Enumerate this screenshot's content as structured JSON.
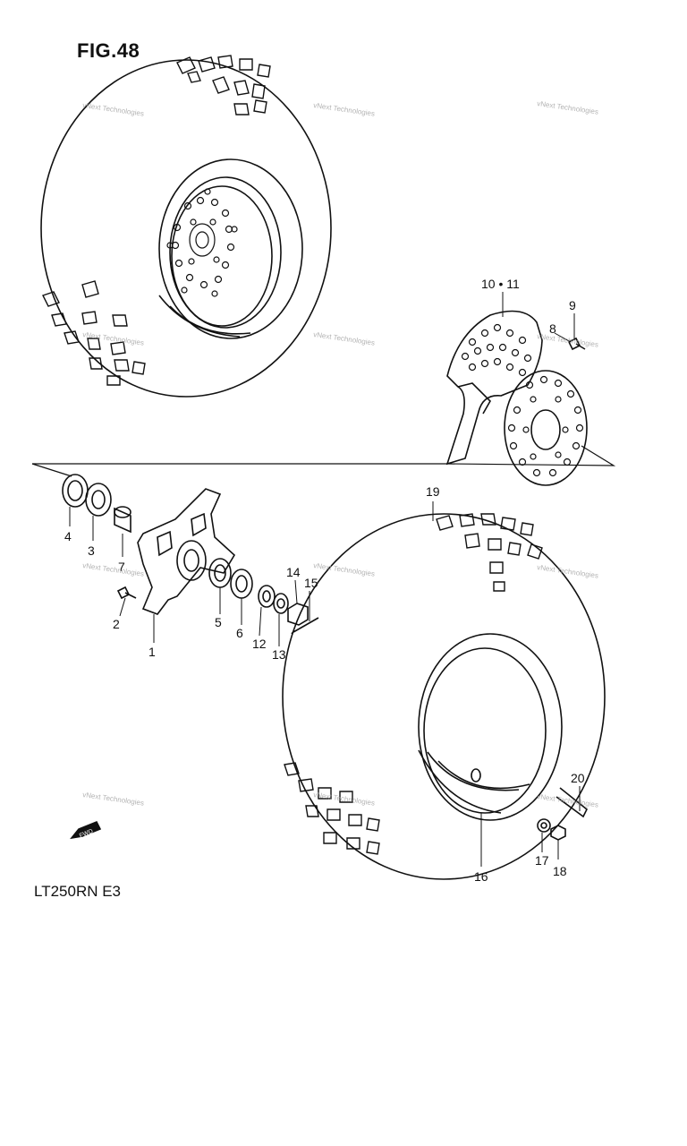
{
  "figure_title": "FIG.48",
  "model_code": "LT250RN E3",
  "watermark_text": "vNext Technologies",
  "fwd_label": "FWD",
  "callouts": [
    {
      "id": "c1",
      "label": "1"
    },
    {
      "id": "c2",
      "label": "2"
    },
    {
      "id": "c3",
      "label": "3"
    },
    {
      "id": "c4",
      "label": "4"
    },
    {
      "id": "c5",
      "label": "5"
    },
    {
      "id": "c6",
      "label": "6"
    },
    {
      "id": "c7",
      "label": "7"
    },
    {
      "id": "c8",
      "label": "8"
    },
    {
      "id": "c9",
      "label": "9"
    },
    {
      "id": "c10",
      "label": "10 • 11"
    },
    {
      "id": "c12",
      "label": "12"
    },
    {
      "id": "c13",
      "label": "13"
    },
    {
      "id": "c14",
      "label": "14"
    },
    {
      "id": "c15",
      "label": "15"
    },
    {
      "id": "c16",
      "label": "16"
    },
    {
      "id": "c17",
      "label": "17"
    },
    {
      "id": "c18",
      "label": "18"
    },
    {
      "id": "c19",
      "label": "19"
    },
    {
      "id": "c20",
      "label": "20"
    }
  ],
  "colors": {
    "line": "#111111",
    "watermark": "#9a9a9a",
    "background": "#ffffff"
  }
}
